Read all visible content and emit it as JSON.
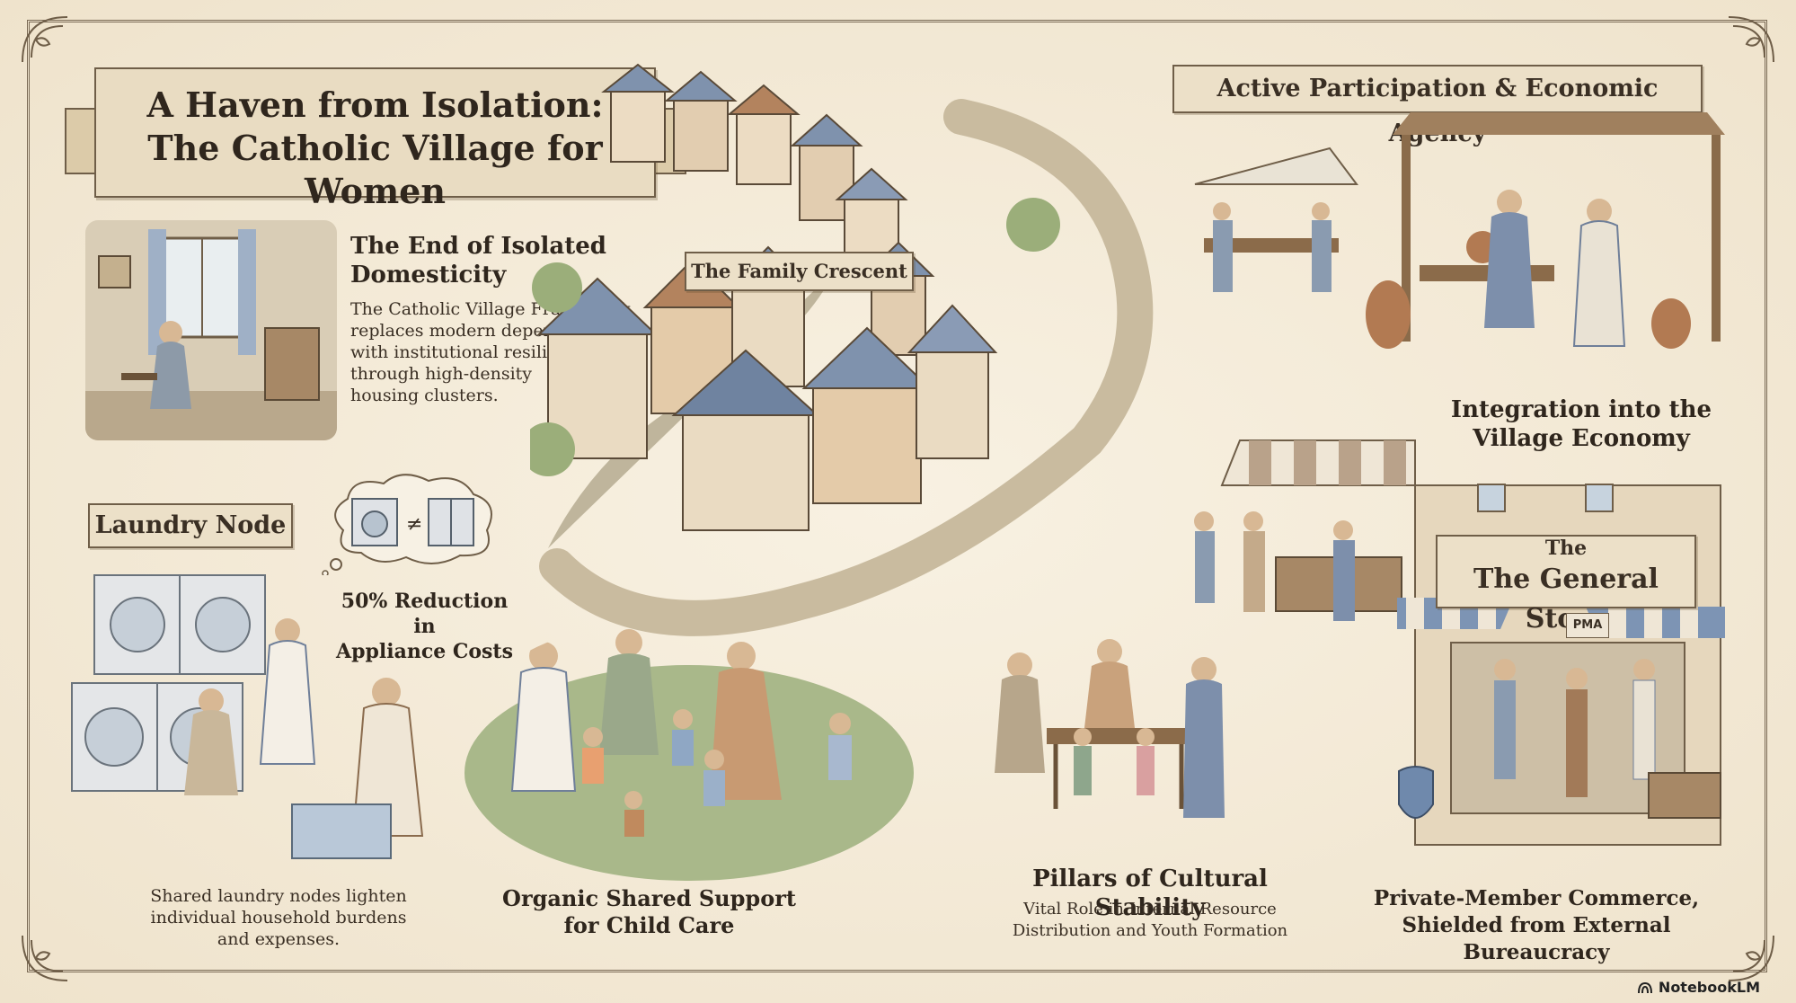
{
  "title": {
    "line1": "A Haven from Isolation:",
    "line2": "The Catholic Village for Women"
  },
  "isolation": {
    "heading_line1": "The End of Isolated",
    "heading_line2": "Domesticity",
    "body_lines": [
      "The Catholic Village Framework",
      "replaces modern dependency",
      "with institutional resilience",
      "through high-density",
      "housing clusters."
    ]
  },
  "laundry": {
    "tag": "Laundry Node",
    "stat_line1": "50% Reduction in",
    "stat_line2": "Appliance Costs",
    "caption_lines": [
      "Shared laundry nodes lighten",
      "individual household burdens",
      "and expenses."
    ]
  },
  "crescent": {
    "tag": "The Family Crescent"
  },
  "childcare": {
    "line1": "Organic Shared Support",
    "line2": "for Child Care"
  },
  "cultural": {
    "heading": "Pillars of Cultural Stability",
    "body_line1": "Vital Role in Internal Resource",
    "body_line2": "Distribution and Youth Formation"
  },
  "participation": {
    "tag": "Active Participation & Economic Agency"
  },
  "integration": {
    "line1": "Integration into the",
    "line2": "Village Economy"
  },
  "store": {
    "sign_line1": "The",
    "sign_line2": "The General Store",
    "awning_label": "PMA",
    "caption_line1": "Private-Member Commerce,",
    "caption_line2": "Shielded from External Bureaucracy"
  },
  "brand": {
    "name": "NotebookLM"
  },
  "colors": {
    "parchment": "#f3ead8",
    "ink": "#2f261d",
    "slate_blue": "#7c8fae",
    "terracotta": "#b8825e",
    "sage": "#9bae7a"
  }
}
